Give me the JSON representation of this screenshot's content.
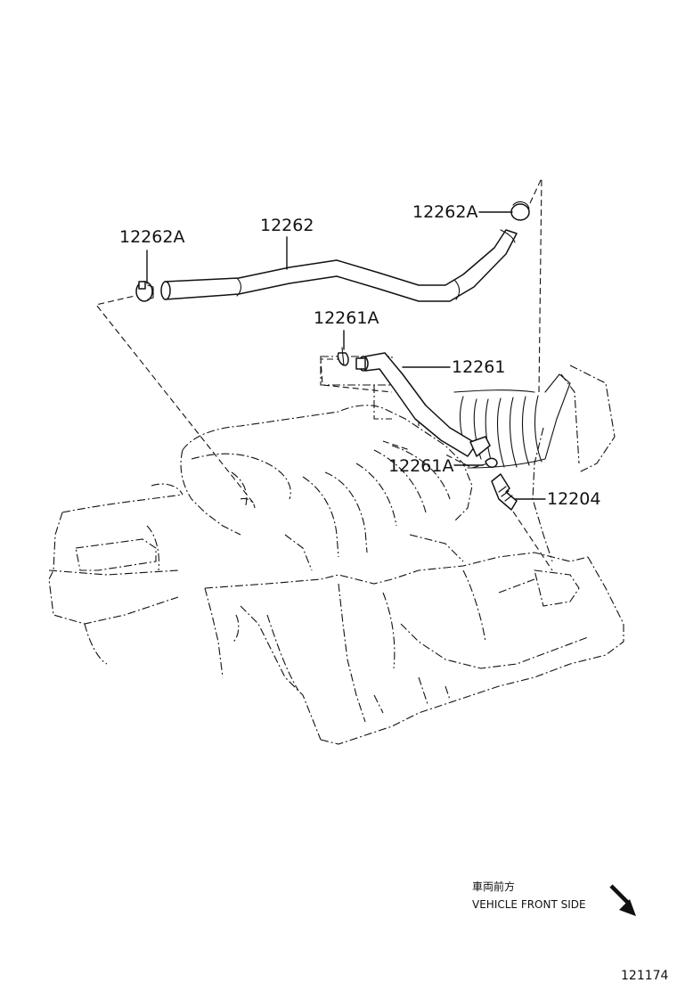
{
  "callouts": {
    "clamp_left": "12262A",
    "hose_upper": "12262",
    "clamp_right": "12262A",
    "clamp_small_top": "12261A",
    "hose_lower": "12261",
    "clamp_small_bottom": "12261A",
    "pcv_valve": "12204"
  },
  "direction": {
    "japanese": "車両前方",
    "english": "VEHICLE FRONT SIDE"
  },
  "figure_number": "121174"
}
